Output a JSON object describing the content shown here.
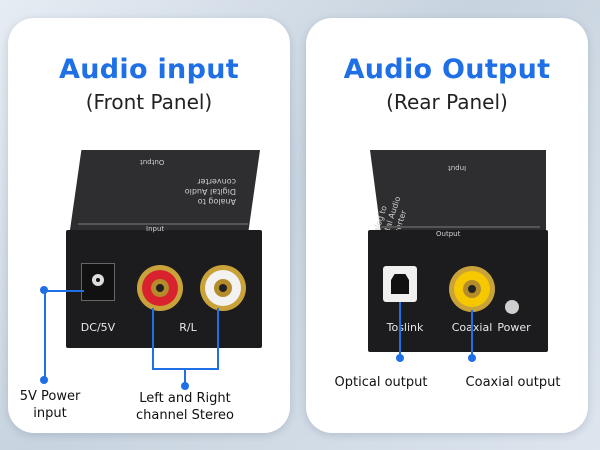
{
  "front": {
    "title": "Audio input",
    "subtitle": "(Front Panel)",
    "box_top_label": "Output",
    "box_top_text": "Analog to Digital Audio converter",
    "box_label": "Input",
    "port_dc": "DC/5V",
    "port_rl": "R/L",
    "callout_power": "5V Power input",
    "callout_stereo": "Left and Right channel Stereo"
  },
  "rear": {
    "title": "Audio Output",
    "subtitle": "(Rear Panel)",
    "box_top_label": "Input",
    "box_top_text": "Analog to Digital Audio Converter",
    "box_label": "Output",
    "port_toslink": "Toslink",
    "port_coaxial": "Coaxial",
    "port_power": "Power",
    "callout_optical": "Optical output",
    "callout_coaxial": "Coaxial output"
  },
  "colors": {
    "accent": "#1f6fe6",
    "rca_red": "#d8232f",
    "rca_white": "#f2f2f2",
    "rca_yellow": "#f5c800"
  }
}
